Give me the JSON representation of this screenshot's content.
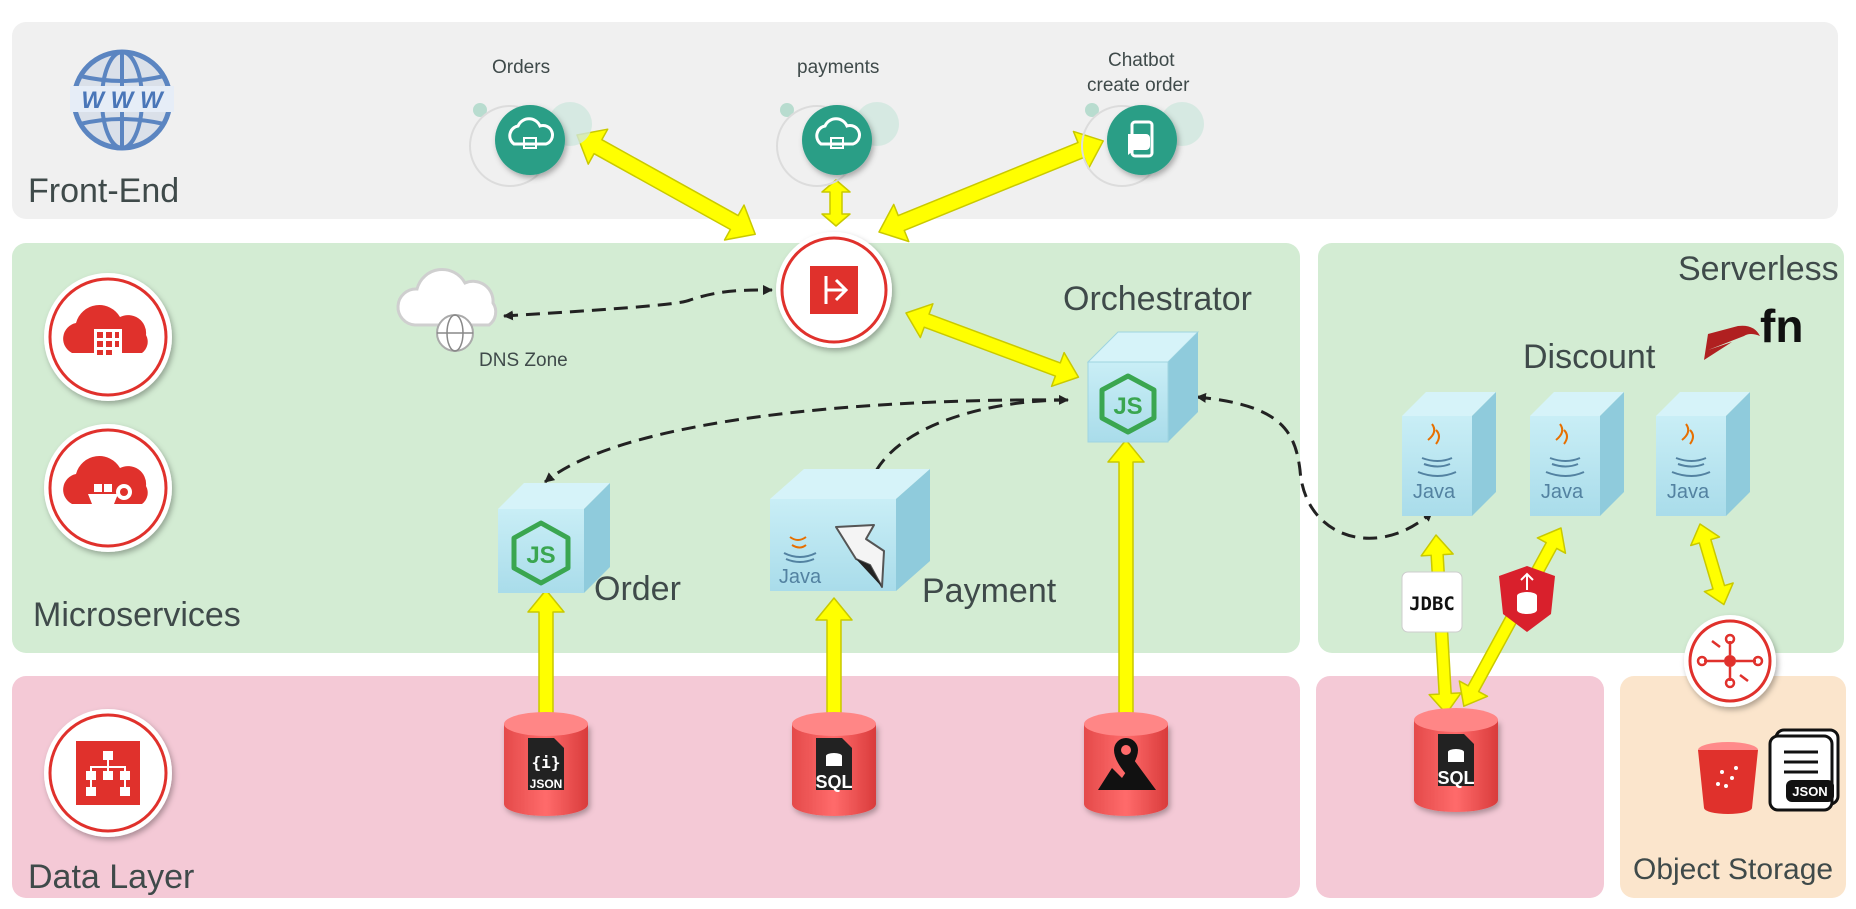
{
  "colors": {
    "frontend_bg": "#f0f0f0",
    "microservices_bg": "#d3ecd3",
    "datalayer_bg": "#f4c9d6",
    "objectstorage_bg": "#fbe5cc",
    "arrow_yellow": "#ffff00",
    "oracle_red": "#e0312c",
    "cube_blue": "#b8e6f0",
    "teal": "#2a9e86"
  },
  "labels": {
    "front_end": "Front-End",
    "microservices": "Microservices",
    "data_layer": "Data Layer",
    "serverless": "Serverless",
    "object_storage": "Object Storage",
    "orders": "Orders",
    "payments": "payments",
    "chatbot_line1": "Chatbot",
    "chatbot_line2": "create order",
    "dns_zone": "DNS Zone",
    "orchestrator": "Orchestrator",
    "order": "Order",
    "payment": "Payment",
    "discount": "Discount",
    "java": "Java",
    "jdbc": "JDBC",
    "json": "JSON",
    "sql": "SQL",
    "fn": "fn",
    "js": "JS",
    "www": "W W W"
  }
}
